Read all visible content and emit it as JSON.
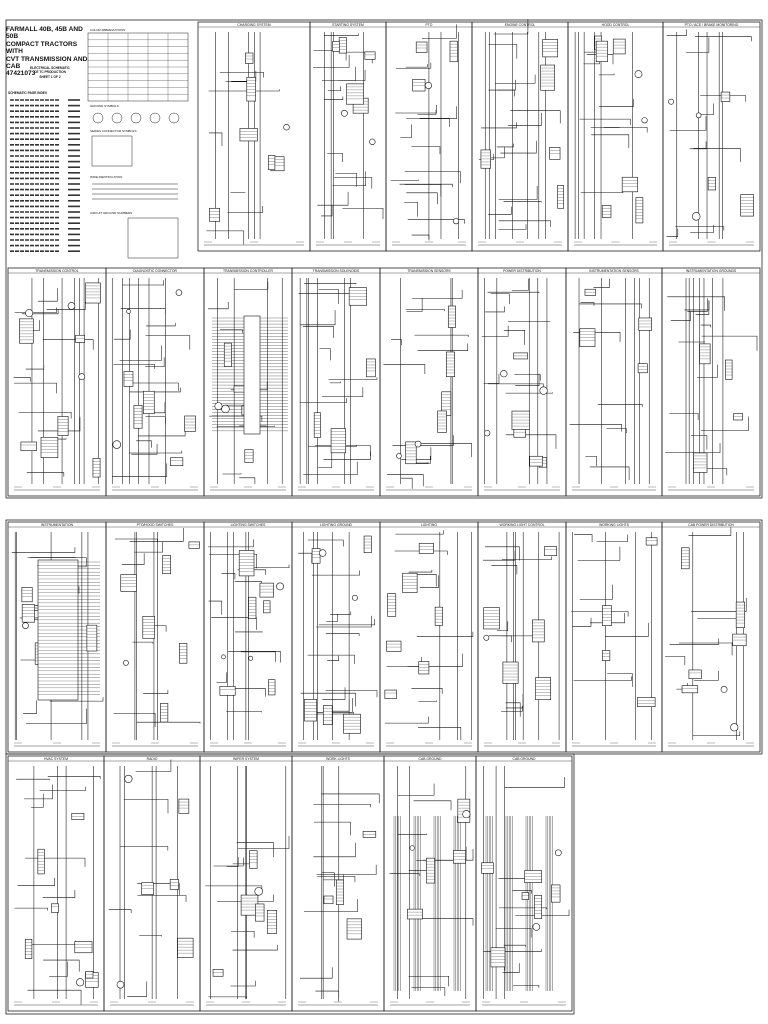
{
  "document": {
    "title_lines": [
      "FARMALL 40B, 45B AND 50B",
      "COMPACT TRACTORS WITH",
      "CVT TRANSMISSION AND CAB",
      "47421073"
    ],
    "subtitle_lines": [
      "ELECTRICAL SCHEMATIC",
      "CE TC PRODUCTION",
      "SHEET 1 OF 2"
    ],
    "index_heading": "SCHEMATIC PAGE INDEX",
    "legend_headings": [
      "COLOR ABBREVIATIONS",
      "GROUND SYMBOLS",
      "SERIES CONNECTOR SYMBOLS",
      "WIRE IDENTIFICATION",
      "CIRCUIT GROUND NUMBERS"
    ]
  },
  "sections": [
    {
      "name": "CHARGING SYSTEM"
    },
    {
      "name": "STARTING SYSTEM"
    },
    {
      "name": "PTO"
    },
    {
      "name": "ENGINE CONTROL"
    },
    {
      "name": "HOOD CONTROL"
    },
    {
      "name": "PTO / ACE / BRAKE MONITORING"
    },
    {
      "name": "TRANSMISSION CONTROL"
    },
    {
      "name": "DIAGNOSTIC CONNECTOR"
    },
    {
      "name": "TRANSMISSION CONTROLLER"
    },
    {
      "name": "TRANSMISSION SOLENOIDS"
    },
    {
      "name": "TRANSMISSION SENSORS"
    },
    {
      "name": "POWER DISTRIBUTION"
    },
    {
      "name": "INSTRUMENTATION SENSORS"
    },
    {
      "name": "INSTRUMENTATION GROUNDS"
    },
    {
      "name": "INSTRUMENTATION"
    },
    {
      "name": "PTO/HOOD SWITCHES"
    },
    {
      "name": "LIGHTING SWITCHES"
    },
    {
      "name": "LIGHTING GROUND"
    },
    {
      "name": "LIGHTING"
    },
    {
      "name": "WORKING LIGHT CONTROL"
    },
    {
      "name": "WORKING LIGHTS"
    },
    {
      "name": "CAB POWER DISTRIBUTION"
    },
    {
      "name": "HVAC SYSTEM"
    },
    {
      "name": "RADIO"
    },
    {
      "name": "WIPER SYSTEM"
    },
    {
      "name": "WORK LIGHTS"
    },
    {
      "name": "CAB GROUND"
    },
    {
      "name": "CAB GROUND"
    }
  ]
}
